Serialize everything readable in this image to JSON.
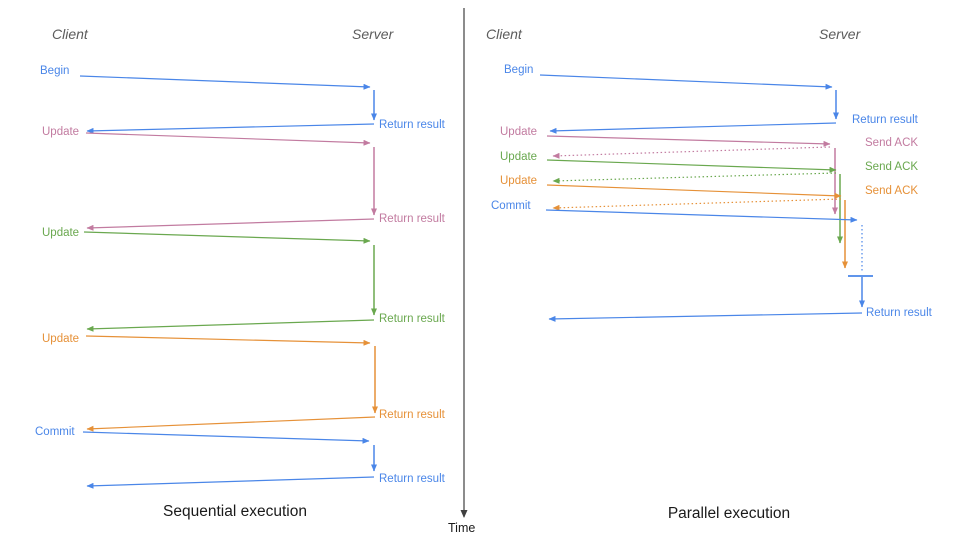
{
  "colors": {
    "blue": "#4a86e8",
    "pink": "#c27ba0",
    "green": "#6aa84f",
    "orange": "#e69138",
    "axis": "#3f3f3f",
    "header_gray": "#5c5c5c",
    "title_black": "#1a1a1a"
  },
  "time_axis": {
    "label": "Time"
  },
  "panels": {
    "sequential": {
      "title": "Sequential execution",
      "client_header": "Client",
      "server_header": "Server",
      "steps": [
        {
          "request": "Begin",
          "color": "blue",
          "response": "Return result"
        },
        {
          "request": "Update",
          "color": "pink",
          "response": "Return result"
        },
        {
          "request": "Update",
          "color": "green",
          "response": "Return result"
        },
        {
          "request": "Update",
          "color": "orange",
          "response": "Return result"
        },
        {
          "request": "Commit",
          "color": "blue",
          "response": "Return result"
        }
      ]
    },
    "parallel": {
      "title": "Parallel execution",
      "client_header": "Client",
      "server_header": "Server",
      "steps": [
        {
          "request": "Begin",
          "color": "blue",
          "response": "Return result"
        },
        {
          "request": "Update",
          "color": "pink",
          "response": "Send ACK"
        },
        {
          "request": "Update",
          "color": "green",
          "response": "Send ACK"
        },
        {
          "request": "Update",
          "color": "orange",
          "response": "Send ACK"
        },
        {
          "request": "Commit",
          "color": "blue",
          "response": "Return result"
        }
      ]
    }
  }
}
